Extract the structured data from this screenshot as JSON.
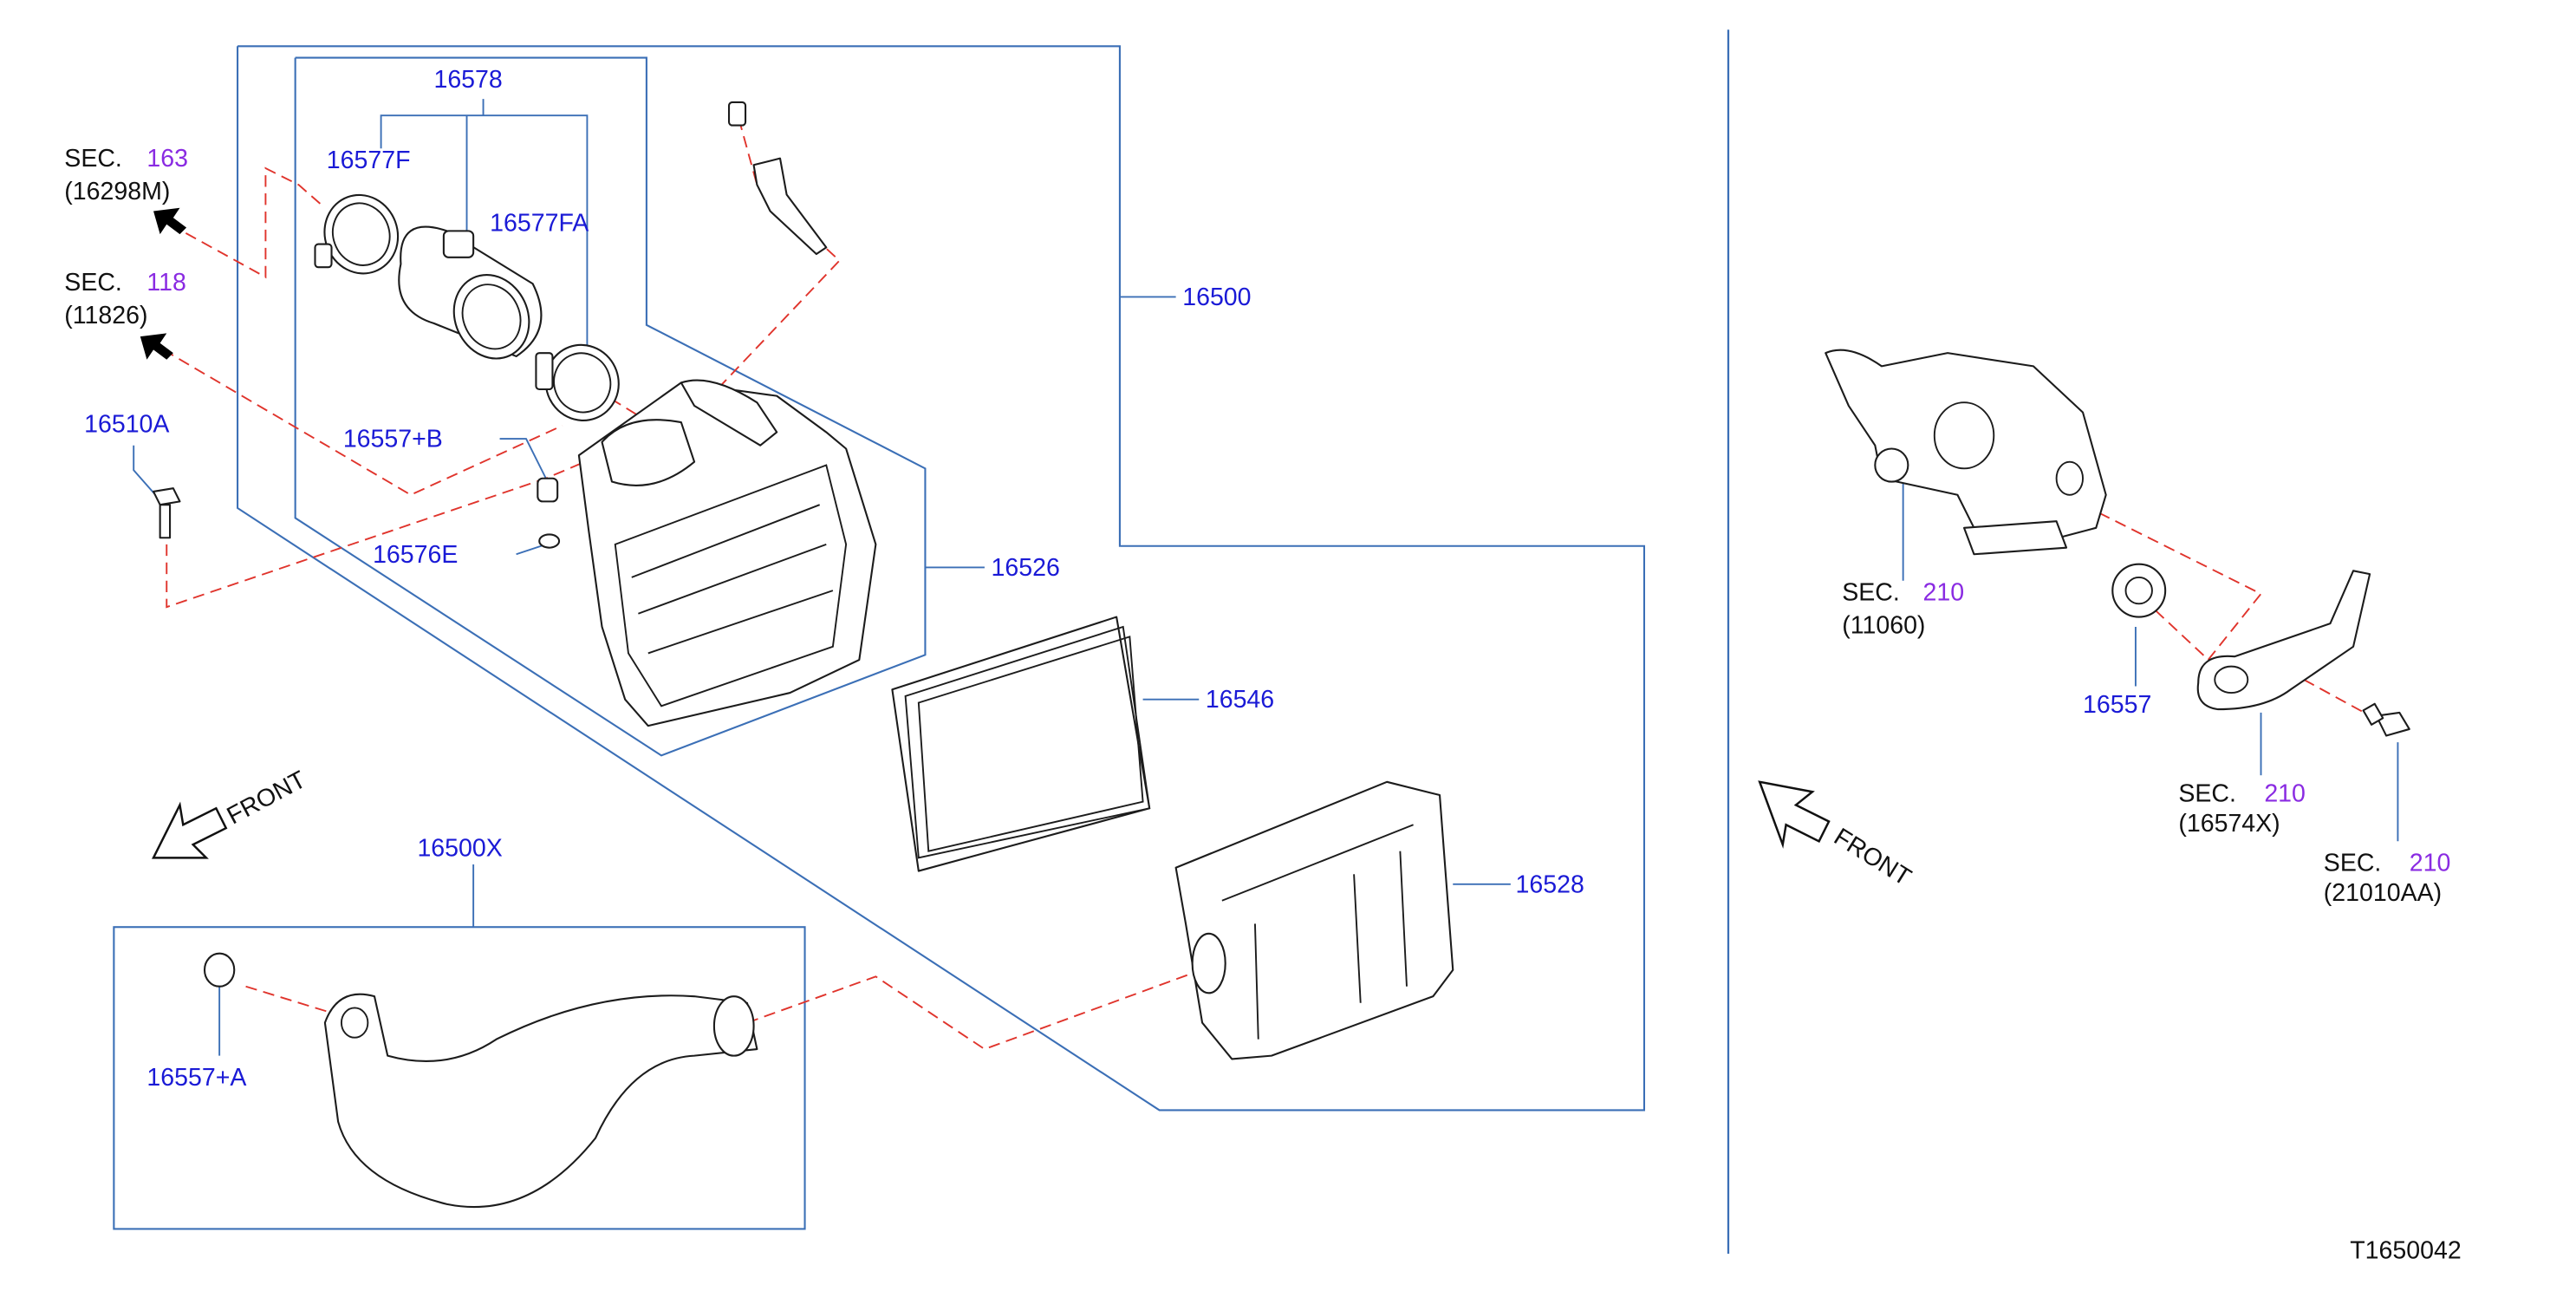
{
  "labels": {
    "p16578": "16578",
    "p16577F": "16577F",
    "p16577FA": "16577FA",
    "p16500": "16500",
    "p16510A": "16510A",
    "p16557B": "16557+B",
    "p16576E": "16576E",
    "p16526": "16526",
    "p16546": "16546",
    "p16528": "16528",
    "p16500X": "16500X",
    "p16557A": "16557+A",
    "p16557": "16557",
    "drawing_id": "T1650042"
  },
  "sec_refs": [
    {
      "prefix": "SEC.",
      "number": "163",
      "code": "(16298M)"
    },
    {
      "prefix": "SEC.",
      "number": "118",
      "code": "(11826)"
    },
    {
      "prefix": "SEC.",
      "number": "210",
      "code": "(11060)"
    },
    {
      "prefix": "SEC.",
      "number": "210",
      "code": "(16574X)"
    },
    {
      "prefix": "SEC.",
      "number": "210",
      "code": "(21010AA)"
    }
  ],
  "front_labels": {
    "left": "FRONT",
    "right": "FRONT"
  },
  "colors": {
    "part_number": "#1a1ad6",
    "sec_number": "#8a2be2",
    "frame": "#3b6fb6",
    "dashed_lead": "#e0342c",
    "line_art": "#1c1c1c"
  }
}
